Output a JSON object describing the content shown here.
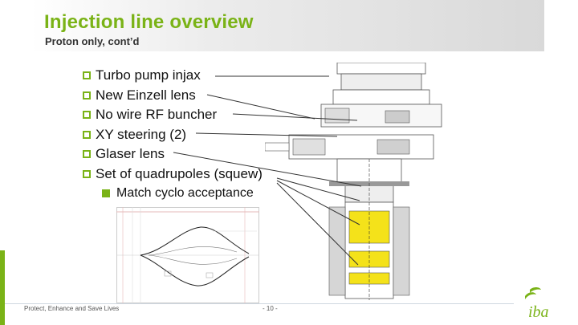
{
  "header": {
    "title": "Injection line overview",
    "subtitle": "Proton only, cont’d"
  },
  "bullets": [
    {
      "label": "Turbo pump injax"
    },
    {
      "label": "New Einzell lens"
    },
    {
      "label": "No wire RF buncher"
    },
    {
      "label": "XY steering (2)"
    },
    {
      "label": "Glaser lens"
    },
    {
      "label": "Set of quadrupoles  (squew)"
    }
  ],
  "sub_bullet": {
    "label": "Match cyclo acceptance"
  },
  "footer": {
    "tagline": "Protect, Enhance and Save Lives",
    "page": "- 10 -"
  },
  "logo": {
    "text": "iba",
    "icon": "iba-logo-icon"
  },
  "colors": {
    "accent": "#7ab317",
    "text": "#111111",
    "highlight": "#f4e21a"
  }
}
